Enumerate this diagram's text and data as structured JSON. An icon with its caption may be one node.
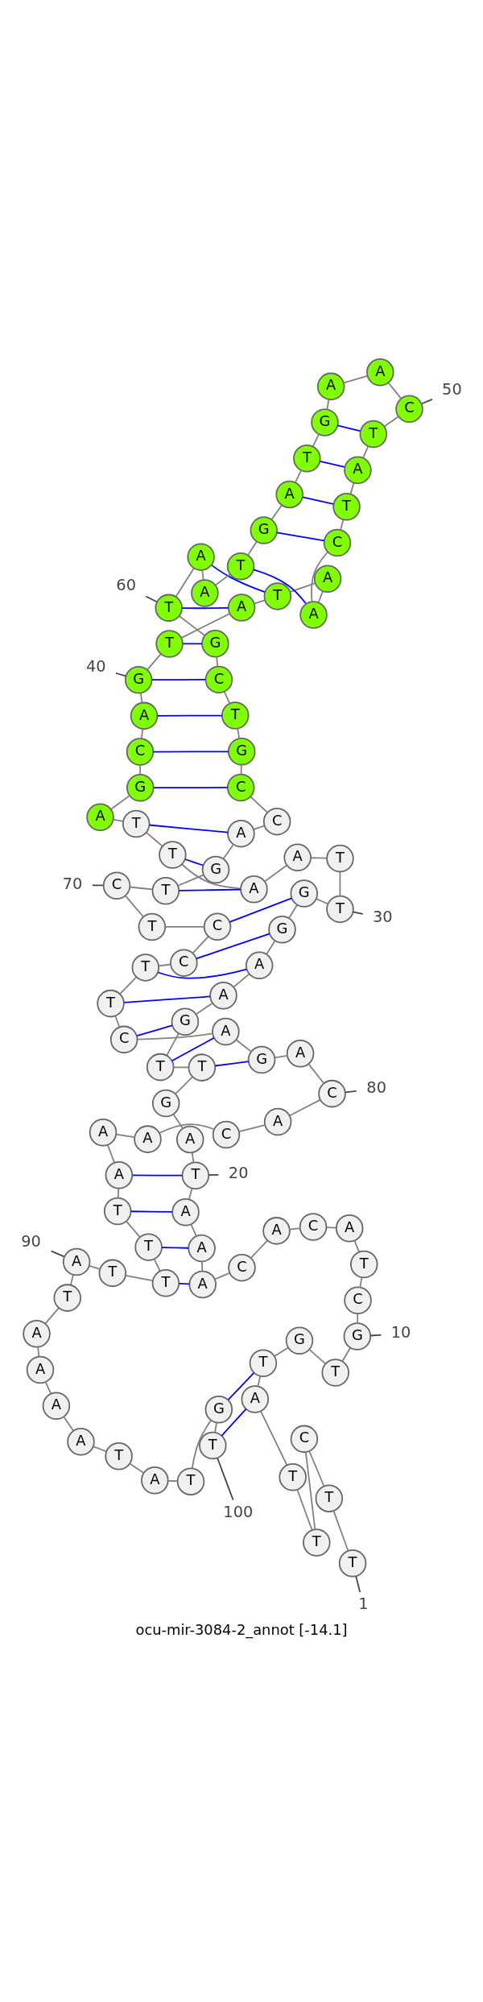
{
  "diagram": {
    "caption": "ocu-mir-3084-2_annot [-14.1]",
    "nodes": [
      {
        "text": [
          "T"
        ]
      },
      {
        "text": [
          "T"
        ]
      },
      {
        "text": [
          "C"
        ]
      },
      {
        "text": [
          "T"
        ]
      },
      {
        "text": [
          "T"
        ]
      },
      {
        "text": [
          "A"
        ]
      },
      {
        "text": [
          "T"
        ]
      },
      {
        "text": [
          "G"
        ]
      },
      {
        "text": [
          "T"
        ]
      },
      {
        "text": [
          "G"
        ]
      },
      {
        "text": [
          "C"
        ]
      },
      {
        "text": [
          "T"
        ]
      },
      {
        "text": [
          "A"
        ]
      },
      {
        "text": [
          "C"
        ]
      },
      {
        "text": [
          "A"
        ]
      },
      {
        "text": [
          "C"
        ]
      },
      {
        "text": [
          "A"
        ]
      },
      {
        "text": [
          "A"
        ]
      },
      {
        "text": [
          "A"
        ]
      },
      {
        "text": [
          "T"
        ]
      },
      {
        "text": [
          "A"
        ]
      },
      {
        "text": [
          "G"
        ]
      },
      {
        "text": [
          "T"
        ]
      },
      {
        "text": [
          "T"
        ]
      },
      {
        "text": [
          "G"
        ]
      },
      {
        "text": [
          "A"
        ]
      },
      {
        "text": [
          "A"
        ]
      },
      {
        "text": [
          "G"
        ]
      },
      {
        "text": [
          "G"
        ]
      },
      {
        "text": [
          "T"
        ]
      },
      {
        "text": [
          "T"
        ]
      },
      {
        "text": [
          "A"
        ]
      },
      {
        "text": [
          "A"
        ]
      },
      {
        "text": [
          "T"
        ]
      },
      {
        "text": [
          "T"
        ]
      },
      {
        "text": [
          "A"
        ]
      },
      {
        "text": [
          "G"
        ]
      },
      {
        "text": [
          "C"
        ]
      },
      {
        "text": [
          "A"
        ]
      },
      {
        "text": [
          "G"
        ]
      },
      {
        "text": [
          "T"
        ]
      },
      {
        "text": [
          "A"
        ]
      },
      {
        "text": [
          "T"
        ]
      },
      {
        "text": [
          "A"
        ]
      },
      {
        "text": [
          "A"
        ]
      },
      {
        "text": [
          "C"
        ]
      },
      {
        "text": [
          "T"
        ]
      },
      {
        "text": [
          "A"
        ]
      },
      {
        "text": [
          "T"
        ]
      },
      {
        "text": [
          "C"
        ]
      },
      {
        "text": [
          "A"
        ]
      },
      {
        "text": [
          "A"
        ]
      },
      {
        "text": [
          "G"
        ]
      },
      {
        "text": [
          "T"
        ]
      },
      {
        "text": [
          "A"
        ]
      },
      {
        "text": [
          "G"
        ]
      },
      {
        "text": [
          "T"
        ]
      },
      {
        "text": [
          "A"
        ]
      },
      {
        "text": [
          "A"
        ]
      },
      {
        "text": [
          "T"
        ]
      },
      {
        "text": [
          "G"
        ]
      },
      {
        "text": [
          "C"
        ]
      },
      {
        "text": [
          "T"
        ]
      },
      {
        "text": [
          "G"
        ]
      },
      {
        "text": [
          "C"
        ]
      },
      {
        "text": [
          "C"
        ]
      },
      {
        "text": [
          "A"
        ]
      },
      {
        "text": [
          "G"
        ]
      },
      {
        "text": [
          "T"
        ]
      },
      {
        "text": [
          "C"
        ]
      },
      {
        "text": [
          "T"
        ]
      },
      {
        "text": [
          "C"
        ]
      },
      {
        "text": [
          "C"
        ]
      },
      {
        "text": [
          "T"
        ]
      },
      {
        "text": [
          "T"
        ]
      },
      {
        "text": [
          "C"
        ]
      },
      {
        "text": [
          "A"
        ]
      },
      {
        "text": [
          "G"
        ]
      },
      {
        "text": [
          "A"
        ]
      },
      {
        "text": [
          "C"
        ]
      },
      {
        "text": [
          "A"
        ]
      },
      {
        "text": [
          "C"
        ]
      },
      {
        "text": [
          "A"
        ]
      },
      {
        "text": [
          "A"
        ]
      },
      {
        "text": [
          "A"
        ]
      },
      {
        "text": [
          "T"
        ]
      },
      {
        "text": [
          "T"
        ]
      },
      {
        "text": [
          "T"
        ]
      },
      {
        "text": [
          "T"
        ]
      },
      {
        "text": [
          "A"
        ]
      },
      {
        "text": [
          "T"
        ]
      },
      {
        "text": [
          "A"
        ]
      },
      {
        "text": [
          "A"
        ]
      },
      {
        "text": [
          "A"
        ]
      },
      {
        "text": [
          "A"
        ]
      },
      {
        "text": [
          "T"
        ]
      },
      {
        "text": [
          "A"
        ]
      },
      {
        "text": [
          "T"
        ]
      },
      {
        "text": [
          "G"
        ]
      },
      {
        "text": [
          "T"
        ]
      },
      {
        "text": [
          "50"
        ]
      },
      {
        "text": [
          "60"
        ]
      },
      {
        "text": [
          "40"
        ]
      },
      {
        "text": [
          "30"
        ]
      },
      {
        "text": [
          "70"
        ]
      },
      {
        "text": [
          "80"
        ]
      },
      {
        "text": [
          "20"
        ]
      },
      {
        "text": [
          "90"
        ]
      },
      {
        "text": [
          "10"
        ]
      },
      {
        "text": [
          "100"
        ]
      },
      {
        "text": [
          "1"
        ]
      }
    ],
    "edges": [
      {
        "from": 0,
        "to": 1,
        "arrow": "none"
      },
      {
        "from": 1,
        "to": 2,
        "arrow": "none"
      },
      {
        "from": 2,
        "to": 3,
        "arrow": "none"
      },
      {
        "from": 3,
        "to": 4,
        "arrow": "none"
      },
      {
        "from": 4,
        "to": 5,
        "arrow": "none"
      },
      {
        "from": 5,
        "to": 6,
        "arrow": "none"
      },
      {
        "from": 6,
        "to": 7,
        "arrow": "none"
      },
      {
        "from": 7,
        "to": 8,
        "arrow": "none"
      },
      {
        "from": 8,
        "to": 9,
        "arrow": "none"
      },
      {
        "from": 9,
        "to": 10,
        "arrow": "none"
      },
      {
        "from": 10,
        "to": 11,
        "arrow": "none"
      },
      {
        "from": 11,
        "to": 12,
        "arrow": "none"
      },
      {
        "from": 12,
        "to": 13,
        "arrow": "none"
      },
      {
        "from": 13,
        "to": 14,
        "arrow": "none"
      },
      {
        "from": 14,
        "to": 15,
        "arrow": "none"
      },
      {
        "from": 15,
        "to": 16,
        "arrow": "none"
      },
      {
        "from": 16,
        "to": 17,
        "arrow": "none"
      },
      {
        "from": 17,
        "to": 18,
        "arrow": "none"
      },
      {
        "from": 18,
        "to": 19,
        "arrow": "none"
      },
      {
        "from": 19,
        "to": 20,
        "arrow": "none"
      },
      {
        "from": 20,
        "to": 21,
        "arrow": "none"
      },
      {
        "from": 21,
        "to": 22,
        "arrow": "none"
      },
      {
        "from": 22,
        "to": 23,
        "arrow": "none"
      },
      {
        "from": 23,
        "to": 24,
        "arrow": "none"
      },
      {
        "from": 24,
        "to": 25,
        "arrow": "none"
      },
      {
        "from": 25,
        "to": 26,
        "arrow": "none"
      },
      {
        "from": 26,
        "to": 27,
        "arrow": "none"
      },
      {
        "from": 27,
        "to": 28,
        "arrow": "none"
      },
      {
        "from": 28,
        "to": 29,
        "arrow": "none"
      },
      {
        "from": 29,
        "to": 30,
        "arrow": "none"
      },
      {
        "from": 30,
        "to": 31,
        "arrow": "none"
      },
      {
        "from": 31,
        "to": 32,
        "arrow": "none"
      },
      {
        "from": 32,
        "to": 33,
        "arrow": "none"
      },
      {
        "from": 33,
        "to": 34,
        "arrow": "none"
      },
      {
        "from": 34,
        "to": 35,
        "arrow": "none"
      },
      {
        "from": 35,
        "to": 36,
        "arrow": "none"
      },
      {
        "from": 36,
        "to": 37,
        "arrow": "none"
      },
      {
        "from": 37,
        "to": 38,
        "arrow": "none"
      },
      {
        "from": 38,
        "to": 39,
        "arrow": "none"
      },
      {
        "from": 39,
        "to": 40,
        "arrow": "none"
      },
      {
        "from": 40,
        "to": 41,
        "arrow": "none"
      },
      {
        "from": 41,
        "to": 42,
        "arrow": "none"
      },
      {
        "from": 42,
        "to": 43,
        "arrow": "none"
      },
      {
        "from": 43,
        "to": 44,
        "arrow": "none"
      },
      {
        "from": 44,
        "to": 45,
        "arrow": "none"
      },
      {
        "from": 45,
        "to": 46,
        "arrow": "none"
      },
      {
        "from": 46,
        "to": 47,
        "arrow": "none"
      },
      {
        "from": 47,
        "to": 48,
        "arrow": "none"
      },
      {
        "from": 48,
        "to": 49,
        "arrow": "none"
      },
      {
        "from": 49,
        "to": 50,
        "arrow": "none"
      },
      {
        "from": 50,
        "to": 51,
        "arrow": "none"
      },
      {
        "from": 51,
        "to": 52,
        "arrow": "none"
      },
      {
        "from": 52,
        "to": 53,
        "arrow": "none"
      },
      {
        "from": 53,
        "to": 54,
        "arrow": "none"
      },
      {
        "from": 54,
        "to": 55,
        "arrow": "none"
      },
      {
        "from": 55,
        "to": 56,
        "arrow": "none"
      },
      {
        "from": 56,
        "to": 57,
        "arrow": "none"
      },
      {
        "from": 57,
        "to": 58,
        "arrow": "none"
      },
      {
        "from": 58,
        "to": 59,
        "arrow": "none"
      },
      {
        "from": 59,
        "to": 60,
        "arrow": "none"
      },
      {
        "from": 60,
        "to": 61,
        "arrow": "none"
      },
      {
        "from": 61,
        "to": 62,
        "arrow": "none"
      },
      {
        "from": 62,
        "to": 63,
        "arrow": "none"
      },
      {
        "from": 63,
        "to": 64,
        "arrow": "none"
      },
      {
        "from": 64,
        "to": 65,
        "arrow": "none"
      },
      {
        "from": 65,
        "to": 66,
        "arrow": "none"
      },
      {
        "from": 66,
        "to": 67,
        "arrow": "none"
      },
      {
        "from": 67,
        "to": 68,
        "arrow": "none"
      },
      {
        "from": 68,
        "to": 69,
        "arrow": "none"
      },
      {
        "from": 69,
        "to": 70,
        "arrow": "none"
      },
      {
        "from": 70,
        "to": 71,
        "arrow": "none"
      },
      {
        "from": 71,
        "to": 72,
        "arrow": "none"
      },
      {
        "from": 72,
        "to": 73,
        "arrow": "none"
      },
      {
        "from": 73,
        "to": 74,
        "arrow": "none"
      },
      {
        "from": 74,
        "to": 75,
        "arrow": "none"
      },
      {
        "from": 75,
        "to": 76,
        "arrow": "none"
      },
      {
        "from": 76,
        "to": 77,
        "arrow": "none"
      },
      {
        "from": 77,
        "to": 78,
        "arrow": "none"
      },
      {
        "from": 78,
        "to": 79,
        "arrow": "none"
      },
      {
        "from": 79,
        "to": 80,
        "arrow": "none"
      },
      {
        "from": 80,
        "to": 81,
        "arrow": "none"
      },
      {
        "from": 81,
        "to": 82,
        "arrow": "none"
      },
      {
        "from": 82,
        "to": 83,
        "arrow": "none"
      },
      {
        "from": 83,
        "to": 84,
        "arrow": "none"
      },
      {
        "from": 84,
        "to": 85,
        "arrow": "none"
      },
      {
        "from": 85,
        "to": 86,
        "arrow": "none"
      },
      {
        "from": 86,
        "to": 87,
        "arrow": "none"
      },
      {
        "from": 87,
        "to": 88,
        "arrow": "none"
      },
      {
        "from": 88,
        "to": 89,
        "arrow": "none"
      },
      {
        "from": 89,
        "to": 90,
        "arrow": "none"
      },
      {
        "from": 90,
        "to": 91,
        "arrow": "none"
      },
      {
        "from": 91,
        "to": 92,
        "arrow": "none"
      },
      {
        "from": 92,
        "to": 93,
        "arrow": "none"
      },
      {
        "from": 93,
        "to": 94,
        "arrow": "none"
      },
      {
        "from": 94,
        "to": 95,
        "arrow": "none"
      },
      {
        "from": 95,
        "to": 96,
        "arrow": "none"
      },
      {
        "from": 96,
        "to": 97,
        "arrow": "none"
      },
      {
        "from": 97,
        "to": 98,
        "arrow": "none"
      },
      {
        "from": 98,
        "to": 99,
        "arrow": "none"
      },
      {
        "from": 48,
        "to": 52,
        "arrow": "none",
        "color": "#0000ff"
      },
      {
        "from": 47,
        "to": 53,
        "arrow": "none",
        "color": "#0000ff"
      },
      {
        "from": 46,
        "to": 54,
        "arrow": "none",
        "color": "#0000ff"
      },
      {
        "from": 45,
        "to": 55,
        "arrow": "none",
        "color": "#0000ff"
      },
      {
        "from": 44,
        "to": 56,
        "arrow": "none",
        "color": "#0000ff"
      },
      {
        "from": 42,
        "to": 58,
        "arrow": "none",
        "color": "#0000ff"
      },
      {
        "from": 41,
        "to": 59,
        "arrow": "none",
        "color": "#0000ff"
      },
      {
        "from": 40,
        "to": 60,
        "arrow": "none",
        "color": "#0000ff"
      },
      {
        "from": 39,
        "to": 61,
        "arrow": "none",
        "color": "#0000ff"
      },
      {
        "from": 38,
        "to": 62,
        "arrow": "none",
        "color": "#0000ff"
      },
      {
        "from": 37,
        "to": 63,
        "arrow": "none",
        "color": "#0000ff"
      },
      {
        "from": 36,
        "to": 64,
        "arrow": "none",
        "color": "#0000ff"
      },
      {
        "from": 34,
        "to": 66,
        "arrow": "none",
        "color": "#0000ff"
      },
      {
        "from": 33,
        "to": 67,
        "arrow": "none",
        "color": "#0000ff"
      },
      {
        "from": 32,
        "to": 68,
        "arrow": "none",
        "color": "#0000ff"
      },
      {
        "from": 28,
        "to": 71,
        "arrow": "none",
        "color": "#0000ff"
      },
      {
        "from": 27,
        "to": 72,
        "arrow": "none",
        "color": "#0000ff"
      },
      {
        "from": 26,
        "to": 73,
        "arrow": "none",
        "color": "#0000ff"
      },
      {
        "from": 25,
        "to": 74,
        "arrow": "none",
        "color": "#0000ff"
      },
      {
        "from": 24,
        "to": 75,
        "arrow": "none",
        "color": "#0000ff"
      },
      {
        "from": 23,
        "to": 76,
        "arrow": "none",
        "color": "#0000ff"
      },
      {
        "from": 22,
        "to": 77,
        "arrow": "none",
        "color": "#0000ff"
      },
      {
        "from": 19,
        "to": 84,
        "arrow": "none",
        "color": "#0000ff"
      },
      {
        "from": 18,
        "to": 85,
        "arrow": "none",
        "color": "#0000ff"
      },
      {
        "from": 17,
        "to": 86,
        "arrow": "none",
        "color": "#0000ff"
      },
      {
        "from": 16,
        "to": 87,
        "arrow": "none",
        "color": "#0000ff"
      },
      {
        "from": 6,
        "to": 98,
        "arrow": "none",
        "color": "#0000ff"
      },
      {
        "from": 5,
        "to": 99,
        "arrow": "none",
        "color": "#0000ff"
      },
      {
        "from": 100,
        "to": 49,
        "arrow": "none"
      },
      {
        "from": 101,
        "to": 59,
        "arrow": "none"
      },
      {
        "from": 102,
        "to": 39,
        "arrow": "none"
      },
      {
        "from": 103,
        "to": 29,
        "arrow": "none"
      },
      {
        "from": 104,
        "to": 69,
        "arrow": "none"
      },
      {
        "from": 105,
        "to": 79,
        "arrow": "none"
      },
      {
        "from": 106,
        "to": 19,
        "arrow": "none"
      },
      {
        "from": 107,
        "to": 89,
        "arrow": "none"
      },
      {
        "from": 108,
        "to": 9,
        "arrow": "none"
      },
      {
        "from": 109,
        "to": 99,
        "arrow": "none"
      },
      {
        "from": 110,
        "to": 0,
        "arrow": "none"
      }
    ]
  }
}
